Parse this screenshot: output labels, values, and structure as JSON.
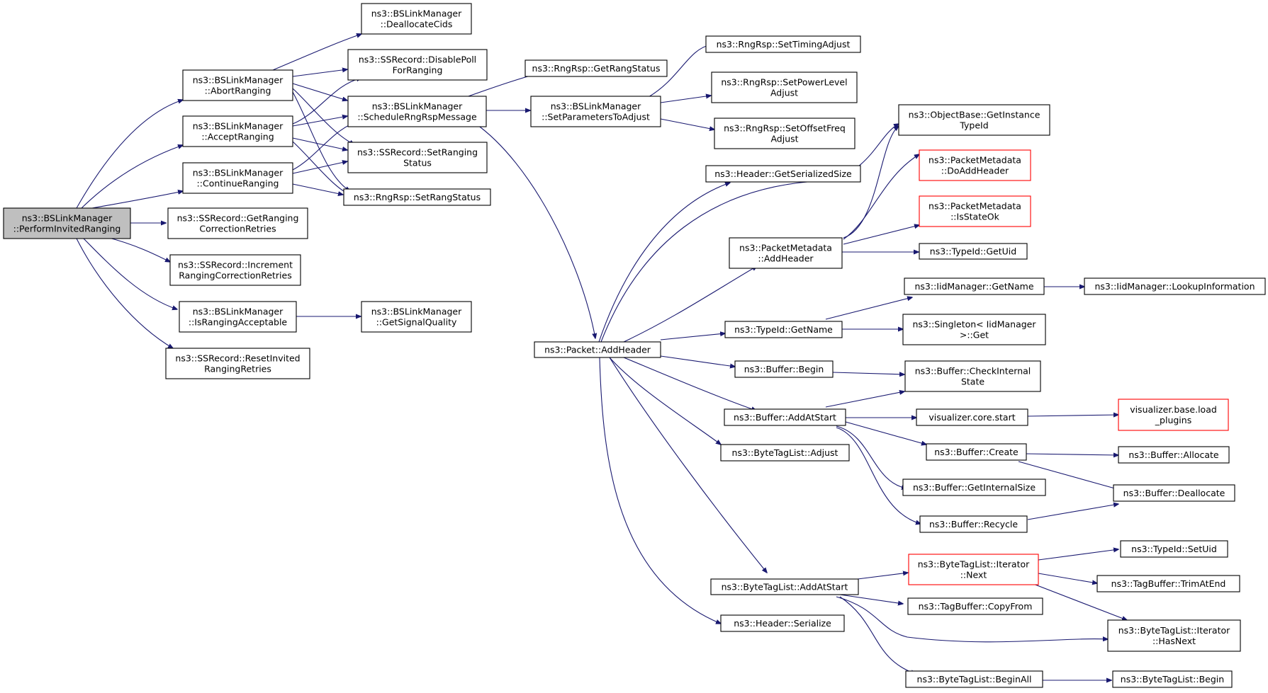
{
  "colors": {
    "edge": "#191970",
    "root_fill": "#bfbfbf",
    "truncated_border": "#ff0000",
    "border": "#000000",
    "background": "#ffffff"
  },
  "nodes": {
    "n0": {
      "lines": [
        "ns3::BSLinkManager",
        "::PerformInvitedRanging"
      ],
      "root": true
    },
    "n1": {
      "lines": [
        "ns3::BSLinkManager",
        "::AbortRanging"
      ]
    },
    "n2": {
      "lines": [
        "ns3::BSLinkManager",
        "::AcceptRanging"
      ]
    },
    "n3": {
      "lines": [
        "ns3::BSLinkManager",
        "::ContinueRanging"
      ]
    },
    "n4": {
      "lines": [
        "ns3::SSRecord::GetRanging",
        "CorrectionRetries"
      ]
    },
    "n5": {
      "lines": [
        "ns3::SSRecord::Increment",
        "RangingCorrectionRetries"
      ]
    },
    "n6": {
      "lines": [
        "ns3::BSLinkManager",
        "::IsRangingAcceptable"
      ]
    },
    "n7": {
      "lines": [
        "ns3::SSRecord::ResetInvited",
        "RangingRetries"
      ]
    },
    "n8": {
      "lines": [
        "ns3::BSLinkManager",
        "::DeallocateCids"
      ]
    },
    "n9": {
      "lines": [
        "ns3::SSRecord::DisablePoll",
        "ForRanging"
      ]
    },
    "n10": {
      "lines": [
        "ns3::BSLinkManager",
        "::ScheduleRngRspMessage"
      ]
    },
    "n11": {
      "lines": [
        "ns3::SSRecord::SetRanging",
        "Status"
      ]
    },
    "n12": {
      "lines": [
        "ns3::RngRsp::SetRangStatus"
      ]
    },
    "n13": {
      "lines": [
        "ns3::BSLinkManager",
        "::GetSignalQuality"
      ]
    },
    "n14": {
      "lines": [
        "ns3::RngRsp::GetRangStatus"
      ]
    },
    "n15": {
      "lines": [
        "ns3::BSLinkManager",
        "::SetParametersToAdjust"
      ]
    },
    "n16": {
      "lines": [
        "ns3::Packet::AddHeader"
      ]
    },
    "n17": {
      "lines": [
        "ns3::RngRsp::SetTimingAdjust"
      ]
    },
    "n18": {
      "lines": [
        "ns3::RngRsp::SetPowerLevel",
        "Adjust"
      ]
    },
    "n19": {
      "lines": [
        "ns3::RngRsp::SetOffsetFreq",
        "Adjust"
      ]
    },
    "n20": {
      "lines": [
        "ns3::Header::GetSerializedSize"
      ]
    },
    "n21": {
      "lines": [
        "ns3::PacketMetadata",
        "::AddHeader"
      ]
    },
    "n22": {
      "lines": [
        "ns3::TypeId::GetName"
      ]
    },
    "n23": {
      "lines": [
        "ns3::Buffer::Begin"
      ]
    },
    "n24": {
      "lines": [
        "ns3::Buffer::AddAtStart"
      ]
    },
    "n25": {
      "lines": [
        "ns3::ByteTagList::Adjust"
      ]
    },
    "n26": {
      "lines": [
        "ns3::ByteTagList::AddAtStart"
      ]
    },
    "n27": {
      "lines": [
        "ns3::Header::Serialize"
      ]
    },
    "n28": {
      "lines": [
        "ns3::ObjectBase::GetInstance",
        "TypeId"
      ]
    },
    "n29": {
      "lines": [
        "ns3::PacketMetadata",
        "::DoAddHeader"
      ],
      "truncated": true
    },
    "n30": {
      "lines": [
        "ns3::PacketMetadata",
        "::IsStateOk"
      ],
      "truncated": true
    },
    "n31": {
      "lines": [
        "ns3::TypeId::GetUid"
      ]
    },
    "n32": {
      "lines": [
        "ns3::IidManager::GetName"
      ]
    },
    "n33": {
      "lines": [
        "ns3::Singleton< IidManager",
        ">::Get"
      ]
    },
    "n34": {
      "lines": [
        "ns3::Buffer::CheckInternal",
        "State"
      ]
    },
    "n35": {
      "lines": [
        "visualizer.core.start"
      ]
    },
    "n36": {
      "lines": [
        "ns3::Buffer::Create"
      ]
    },
    "n37": {
      "lines": [
        "ns3::Buffer::GetInternalSize"
      ]
    },
    "n38": {
      "lines": [
        "ns3::Buffer::Recycle"
      ]
    },
    "n39": {
      "lines": [
        "ns3::ByteTagList::Iterator",
        "::Next"
      ],
      "truncated": true
    },
    "n40": {
      "lines": [
        "ns3::TagBuffer::CopyFrom"
      ]
    },
    "n41": {
      "lines": [
        "ns3::ByteTagList::BeginAll"
      ]
    },
    "n42": {
      "lines": [
        "ns3::IidManager::LookupInformation"
      ]
    },
    "n43": {
      "lines": [
        "visualizer.base.load",
        "_plugins"
      ],
      "truncated": true
    },
    "n44": {
      "lines": [
        "ns3::Buffer::Allocate"
      ]
    },
    "n45": {
      "lines": [
        "ns3::Buffer::Deallocate"
      ]
    },
    "n46": {
      "lines": [
        "ns3::TypeId::SetUid"
      ]
    },
    "n47": {
      "lines": [
        "ns3::TagBuffer::TrimAtEnd"
      ]
    },
    "n48": {
      "lines": [
        "ns3::ByteTagList::Iterator",
        "::HasNext"
      ]
    },
    "n49": {
      "lines": [
        "ns3::ByteTagList::Begin"
      ]
    }
  }
}
